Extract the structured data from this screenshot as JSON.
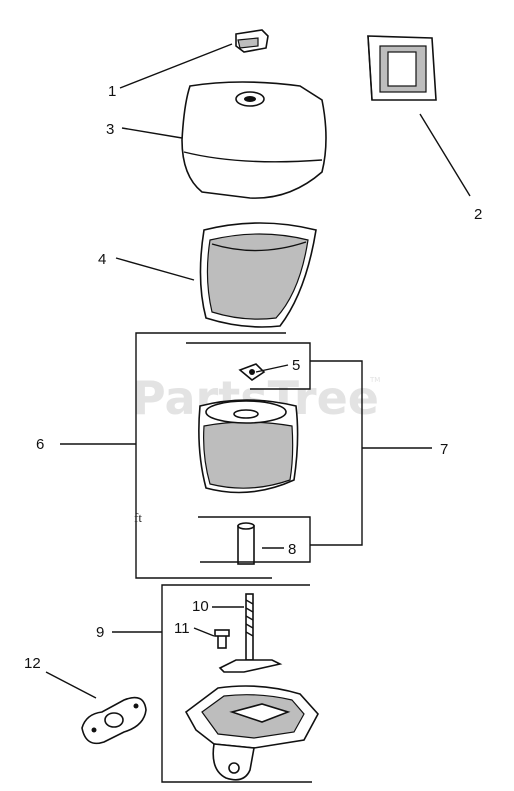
{
  "watermark": {
    "text": "PartsTree",
    "trademark": "TM"
  },
  "stray_text": "ft",
  "callouts": [
    "1",
    "2",
    "3",
    "4",
    "5",
    "6",
    "7",
    "8",
    "9",
    "10",
    "11",
    "12"
  ]
}
